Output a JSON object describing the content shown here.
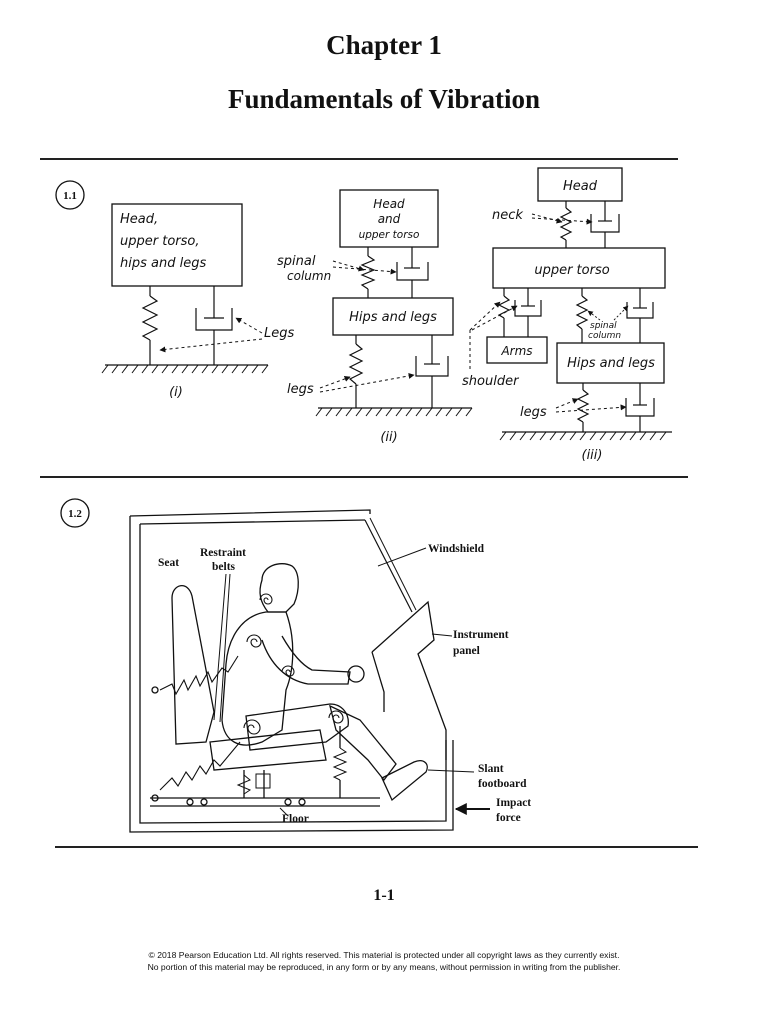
{
  "header": {
    "chapter": "Chapter 1",
    "title": "Fundamentals of Vibration"
  },
  "problem_1_1": {
    "number": "1.1",
    "model_i": {
      "mass": [
        "Head,",
        "upper torso,",
        "hips and legs"
      ],
      "legs": "Legs",
      "caption": "(i)"
    },
    "model_ii": {
      "head": [
        "Head",
        "and",
        "upper torso"
      ],
      "spinal": [
        "spinal",
        "column"
      ],
      "hips": "Hips and legs",
      "legs": "legs",
      "caption": "(ii)"
    },
    "model_iii": {
      "head": "Head",
      "neck": "neck",
      "torso": "upper torso",
      "arms": "Arms",
      "spinal": [
        "spinal",
        "column"
      ],
      "hips": "Hips and legs",
      "shoulder": "shoulder",
      "legs": "legs",
      "caption": "(iii)"
    }
  },
  "problem_1_2": {
    "number": "1.2",
    "labels": {
      "seat": "Seat",
      "restraint": [
        "Restraint",
        "belts"
      ],
      "windshield": "Windshield",
      "instrument": [
        "Instrument",
        "panel"
      ],
      "slant": [
        "Slant",
        "footboard"
      ],
      "impact": [
        "Impact",
        "force"
      ],
      "floor": "Floor"
    }
  },
  "footer": {
    "page_number": "1-1",
    "copyright_1": "© 2018 Pearson Education Ltd. All rights reserved. This material is protected under all copyright laws as they currently exist.",
    "copyright_2": "No portion of this material may be reproduced, in any form or by any means, without permission in writing from the publisher."
  }
}
